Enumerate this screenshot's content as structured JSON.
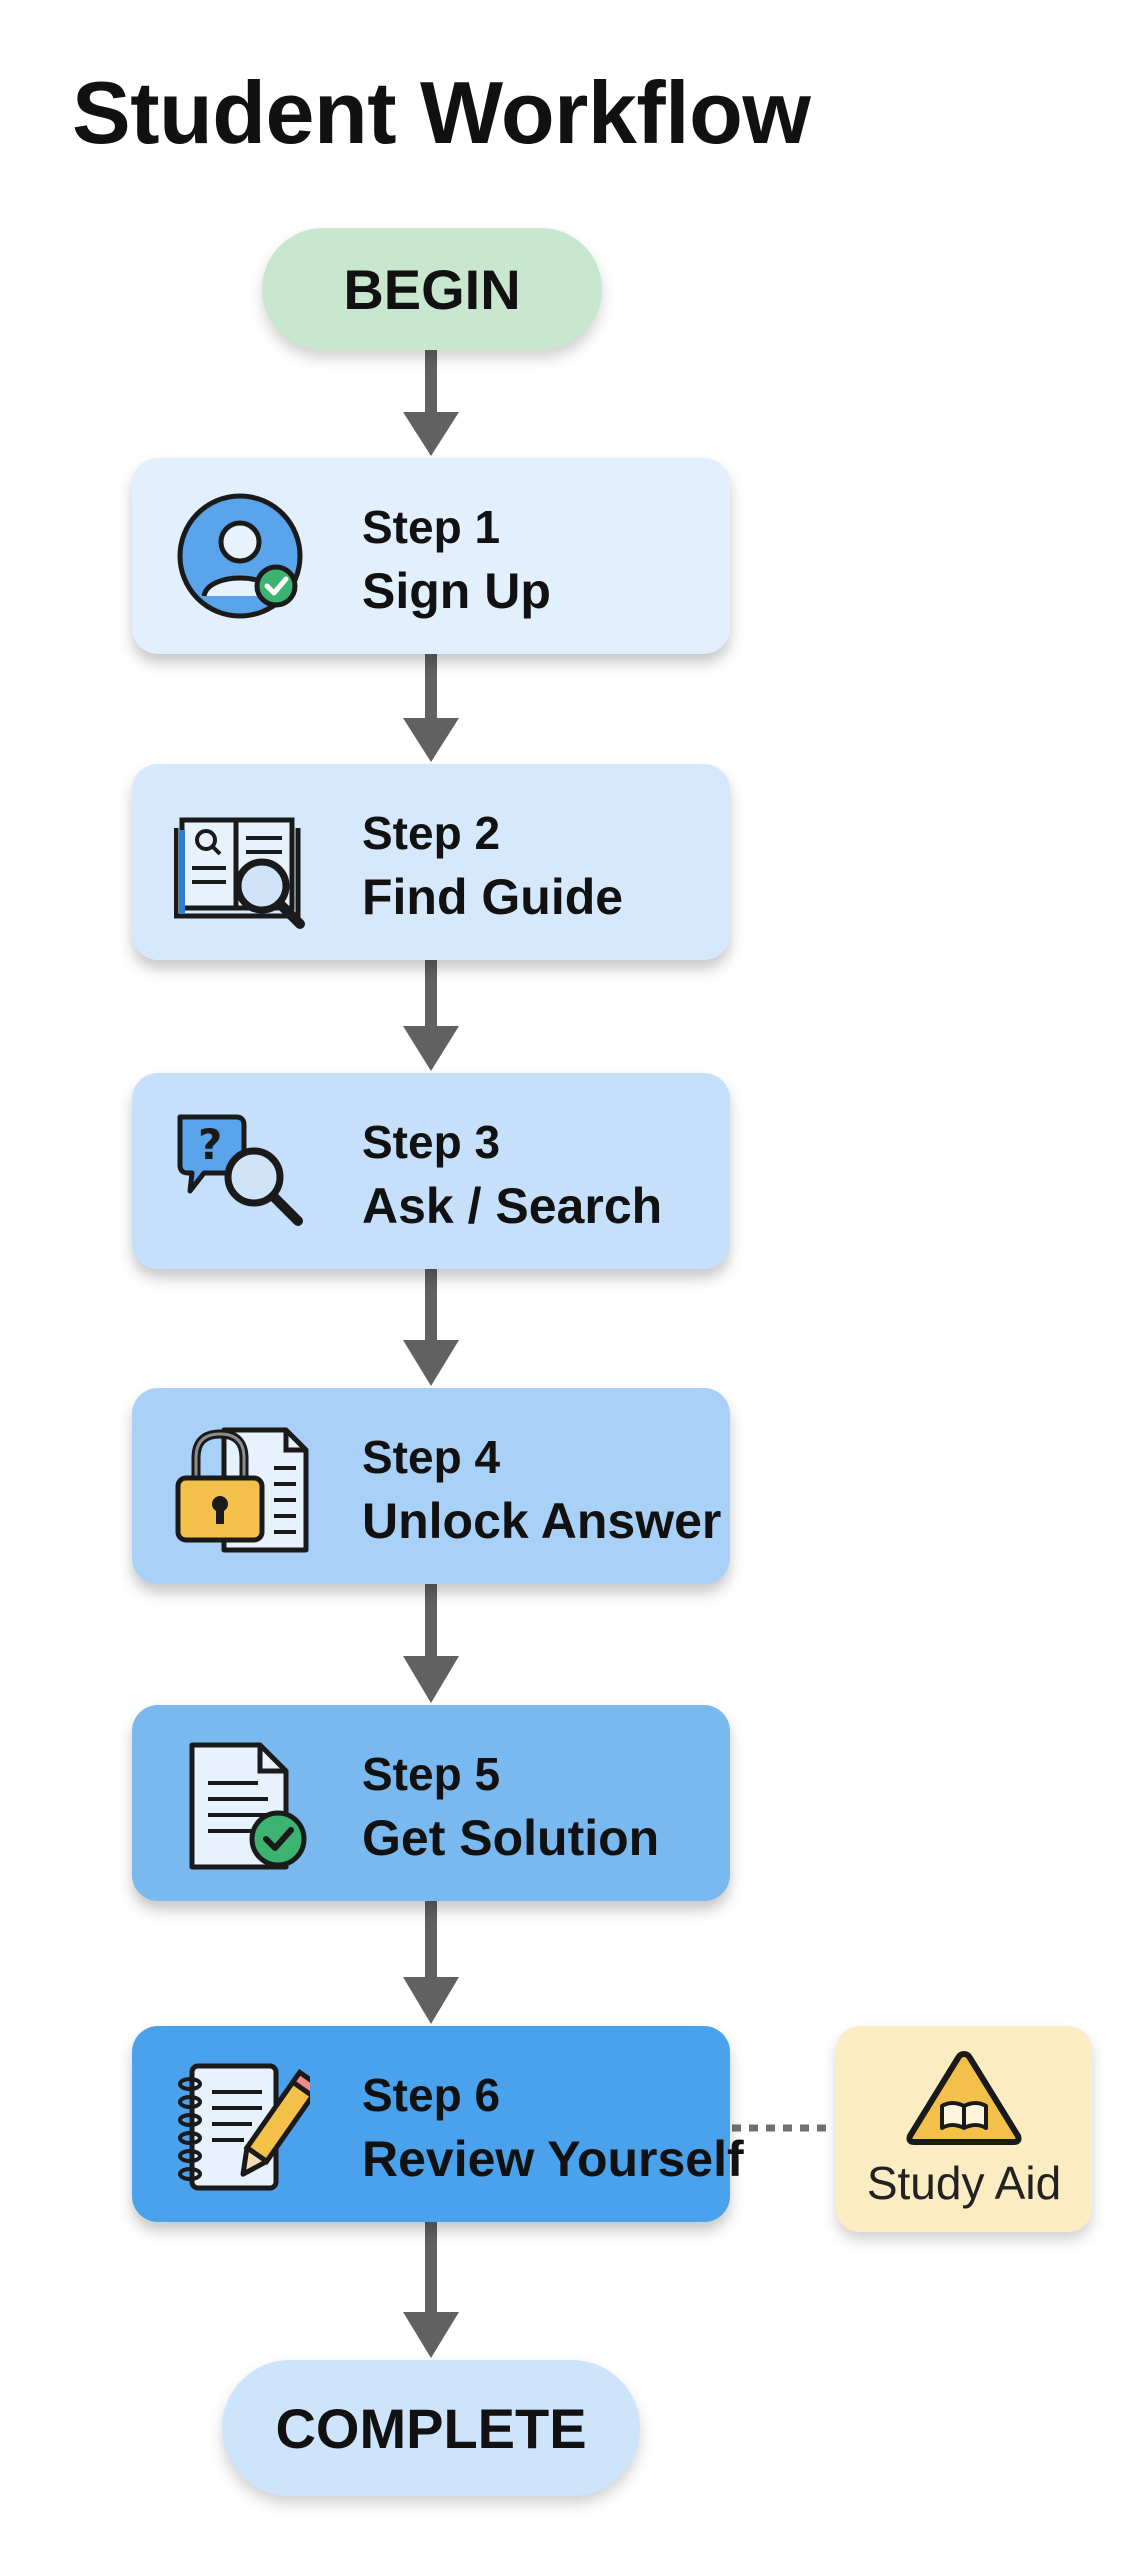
{
  "title": "Student Workflow",
  "start": {
    "label": "BEGIN"
  },
  "end": {
    "label": "COMPLETE"
  },
  "steps": [
    {
      "num": "Step 1",
      "label": "Sign Up",
      "icon": "user-check-icon"
    },
    {
      "num": "Step 2",
      "label": "Find Guide",
      "icon": "book-search-icon"
    },
    {
      "num": "Step 3",
      "label": "Ask / Search",
      "icon": "question-search-icon"
    },
    {
      "num": "Step 4",
      "label": "Unlock Answer",
      "icon": "lock-document-icon"
    },
    {
      "num": "Step 5",
      "label": "Get Solution",
      "icon": "document-check-icon"
    },
    {
      "num": "Step 6",
      "label": "Review Yourself",
      "icon": "notebook-pencil-icon"
    }
  ],
  "side_note": {
    "label": "Study Aid",
    "icon": "warning-book-icon"
  },
  "colors": {
    "begin": "#c9e6cf",
    "complete": "#cde4fb",
    "step_fills": [
      "#e2effc",
      "#d6e9fc",
      "#c6e0fb",
      "#a9d0f6",
      "#7ab8f0",
      "#4aa2ec"
    ],
    "study_aid": "#fcecc2",
    "connector": "#616161"
  }
}
